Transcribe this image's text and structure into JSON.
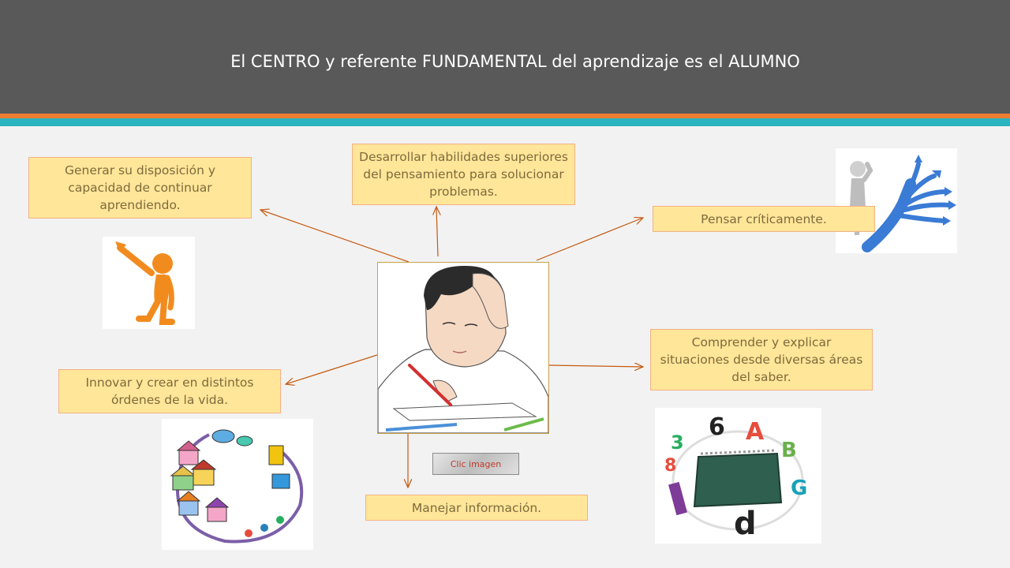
{
  "slide": {
    "title": "El CENTRO y referente FUNDAMENTAL del aprendizaje es el ALUMNO",
    "boxes": {
      "generar": "Generar su disposición y capacidad de continuar aprendiendo.",
      "desarrollar": "Desarrollar habilidades superiores del pensamiento para solucionar problemas.",
      "pensar": "Pensar críticamente.",
      "comprender": "Comprender y explicar situaciones desde diversas áreas del saber.",
      "innovar": "Innovar y crear en distintos órdenes de la vida.",
      "manejar": "Manejar información."
    },
    "clic_label": "Clic imagen"
  },
  "colors": {
    "header": "#595959",
    "accent_orange": "#ed7d31",
    "accent_teal": "#2bb3c0",
    "box_fill": "#ffe699",
    "box_text": "#7f6a3c",
    "arrow": "#c55a11"
  },
  "images": {
    "center": "student-writing-illustration",
    "top_left": "orange-figure-pointing",
    "top_right": "figure-thinking-arrows",
    "bottom_left": "village-network-illustration",
    "bottom_right": "notebook-letters-circle"
  }
}
